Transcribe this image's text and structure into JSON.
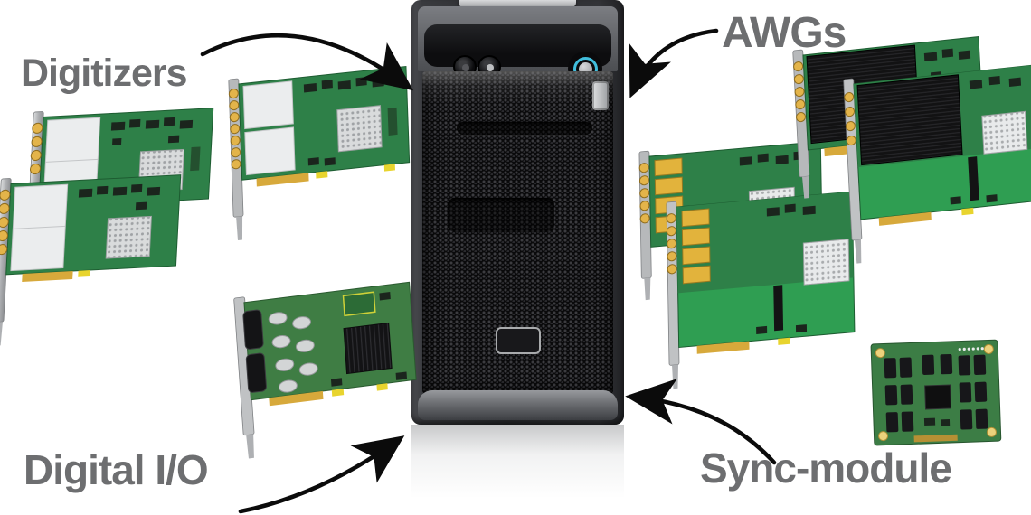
{
  "labels": {
    "digitizers": "Digitizers",
    "awgs": "AWGs",
    "digital_io": "Digital I/O",
    "sync_module": "Sync-module"
  },
  "colors": {
    "background": "#ffffff",
    "label_text": "#6d6e70",
    "arrow": "#0b0b0b",
    "pcb_green": "#2e8048",
    "pcb_green_bright": "#2f9e52",
    "pcb_green_olive": "#3f7d44",
    "connector_gold": "#d7a93b",
    "sma_gold": "#e3b44a",
    "shield_silver": "#ebedee",
    "heatsink_black": "#161617",
    "heatsink_silver_dotted": "#d9dbdc",
    "power_button_ring": "#41bedd",
    "tower_body": "#2c2d30",
    "tower_bezel_gray": "#64666b",
    "mesh_black": "#0a0a0b"
  },
  "components": {
    "center": "pc-tower-chassis",
    "left_top": "digitizer-cards",
    "left_bottom": "digital-io-card",
    "right_middle": "awg-cards-lower",
    "right_top": "awg-cards-upper",
    "right_bottom": "sync-module-board"
  }
}
